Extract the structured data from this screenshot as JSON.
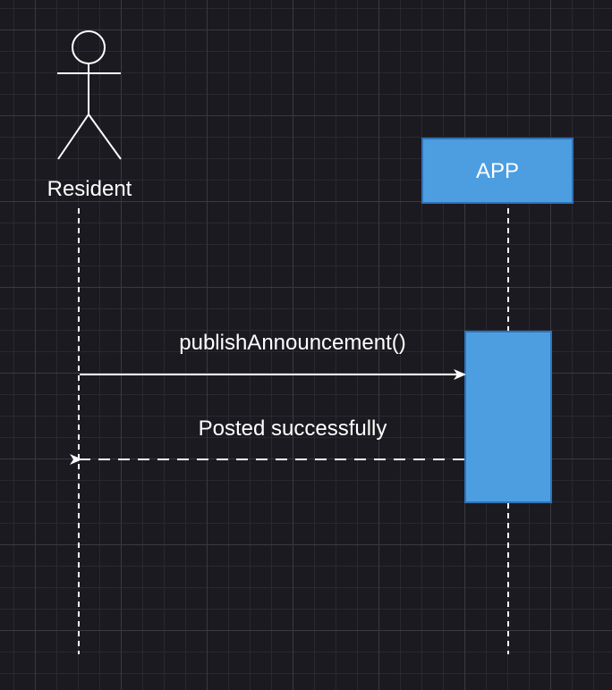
{
  "diagram": {
    "actor_label": "Resident",
    "participant_label": "APP",
    "message_call": "publishAnnouncement()",
    "message_return": "Posted successfully"
  },
  "colors": {
    "background": "#1b1a20",
    "participant_fill": "#4c9ee0",
    "activation_fill": "#4c9ee0",
    "participant_border": "#2f73b8",
    "lines": "#ffffff"
  }
}
